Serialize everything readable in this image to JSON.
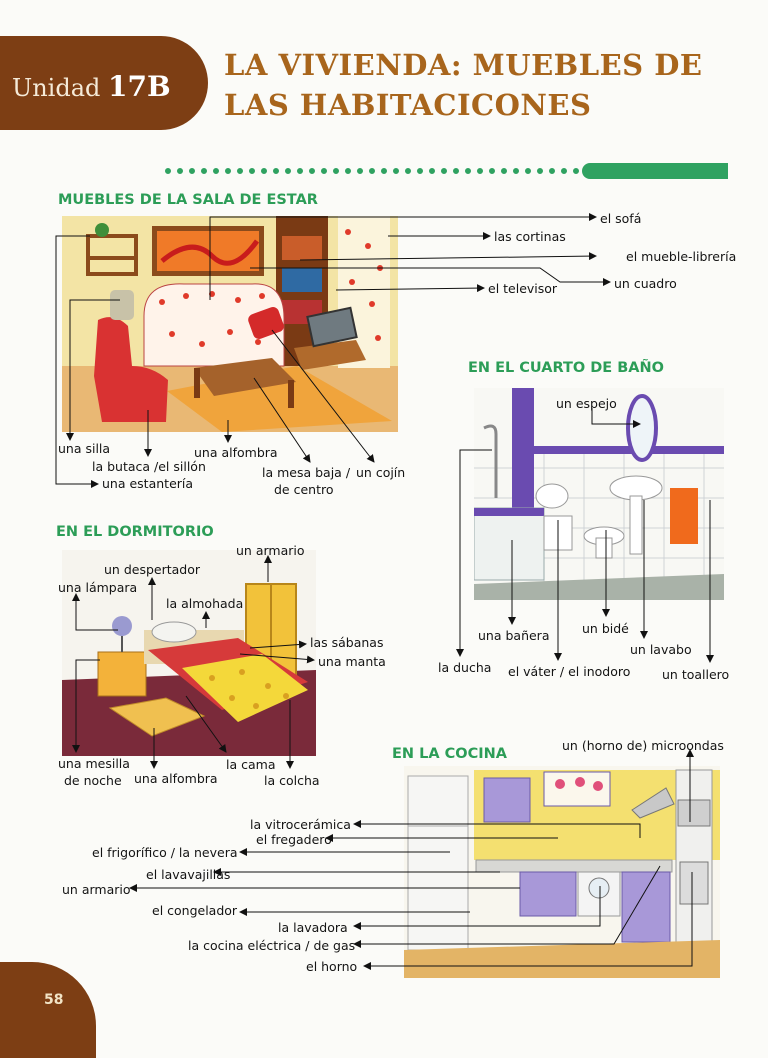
{
  "header": {
    "unit_label": "Unidad",
    "unit_number": "17B",
    "title_line1": "LA VIVIENDA: MUEBLES DE",
    "title_line2": "LAS HABITACICONES"
  },
  "colors": {
    "brown": "#7d3e14",
    "title": "#a8651c",
    "green": "#2c9d57"
  },
  "sala": {
    "heading": "MUEBLES DE LA SALA DE ESTAR",
    "labels": {
      "sofa": "el sofá",
      "cortinas": "las cortinas",
      "mueble_libreria": "el mueble-librería",
      "cuadro": "un cuadro",
      "televisor": "el televisor",
      "silla": "una silla",
      "butaca": "la butaca /el sillón",
      "estanteria": "una estantería",
      "alfombra": "una alfombra",
      "mesa_baja": "la mesa baja /",
      "mesa_baja_2": "de centro",
      "cojin": "un cojín"
    }
  },
  "bano": {
    "heading": "EN EL CUARTO DE BAÑO",
    "labels": {
      "espejo": "un espejo",
      "banera": "una bañera",
      "bide": "un bidé",
      "lavabo": "un lavabo",
      "ducha": "la ducha",
      "vater": "el váter / el inodoro",
      "toallero": "un toallero"
    }
  },
  "dormitorio": {
    "heading": "EN EL DORMITORIO",
    "labels": {
      "armario": "un armario",
      "despertador": "un despertador",
      "lampara": "una lámpara",
      "almohada": "la almohada",
      "sabanas": "las sábanas",
      "manta": "una manta",
      "mesilla": "una mesilla",
      "mesilla_2": "de noche",
      "alfombra": "una alfombra",
      "cama": "la cama",
      "colcha": "la colcha"
    }
  },
  "cocina": {
    "heading": "EN LA COCINA",
    "labels": {
      "microondas": "un (horno de) microondas",
      "vitroceramica": "la vitrocerámica",
      "fregadero": "el fregadero",
      "frigorifico": "el frigorífico / la nevera",
      "lavavajillas": "el lavavajillas",
      "armario": "un armario",
      "congelador": "el congelador",
      "lavadora": "la lavadora",
      "cocina_electrica": "la cocina eléctrica / de gas",
      "horno": "el horno"
    }
  },
  "footer": {
    "page_number": "58"
  }
}
